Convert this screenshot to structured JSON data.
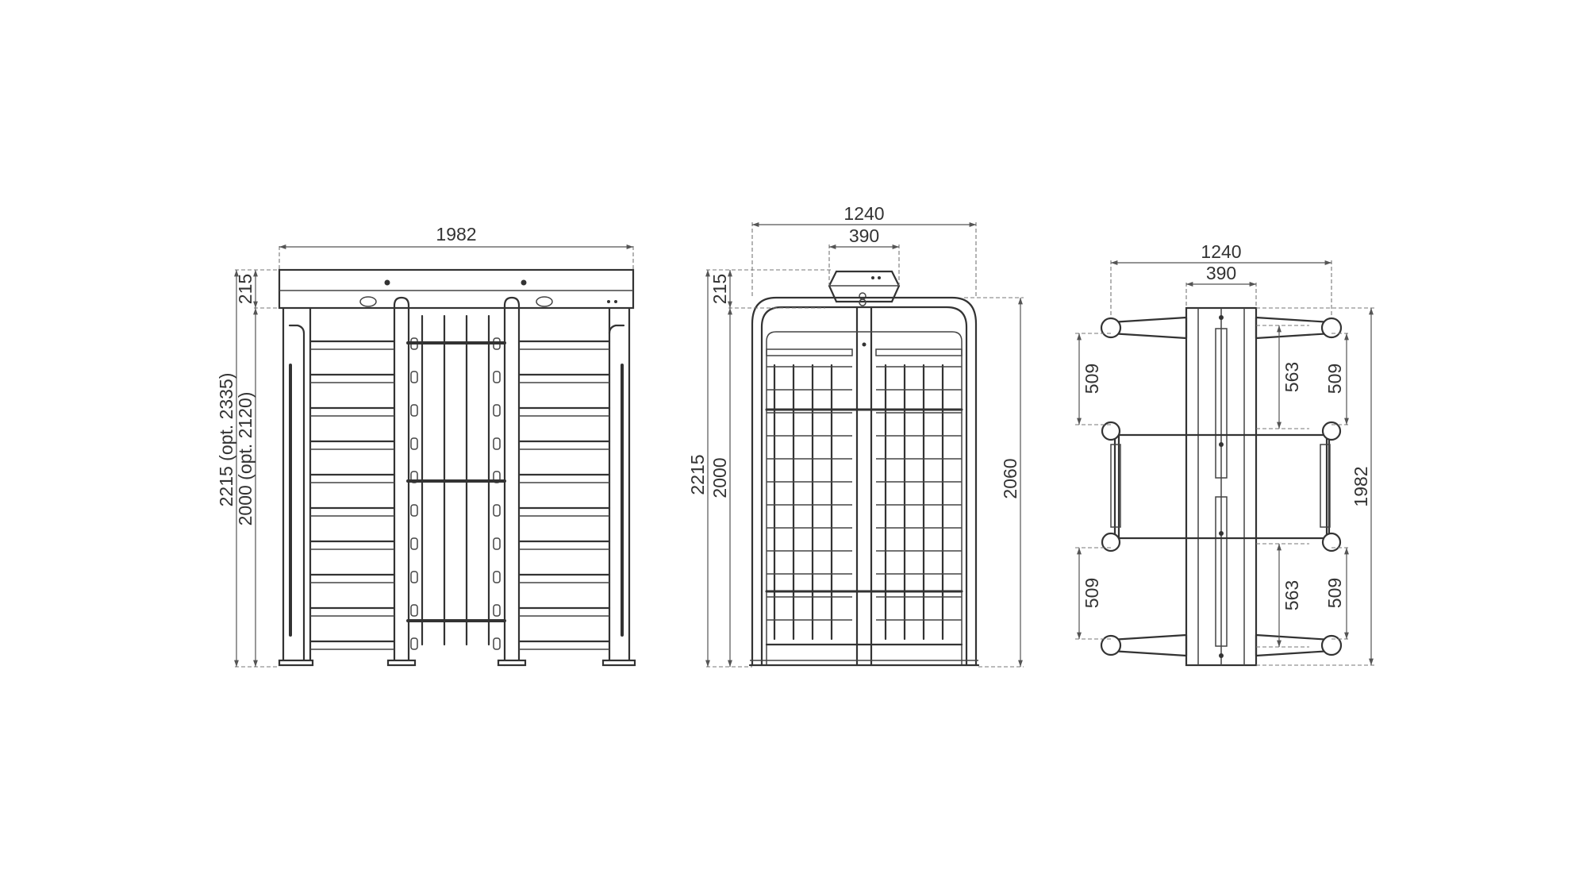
{
  "front_view": {
    "width": "1982",
    "top_height": "215",
    "total_height": "2215 (opt. 2335)",
    "body_height": "2000 (opt. 2120)"
  },
  "side_view": {
    "width": "1240",
    "hub_width": "390",
    "top_height": "215",
    "total_height": "2215",
    "body_height": "2000",
    "frame_height": "2060"
  },
  "top_view": {
    "width": "1240",
    "hub_width": "390",
    "depth": "1982",
    "left_upper": "509",
    "left_lower": "509",
    "inner_upper": "563",
    "inner_lower": "563",
    "right_upper": "509",
    "right_lower": "509"
  }
}
